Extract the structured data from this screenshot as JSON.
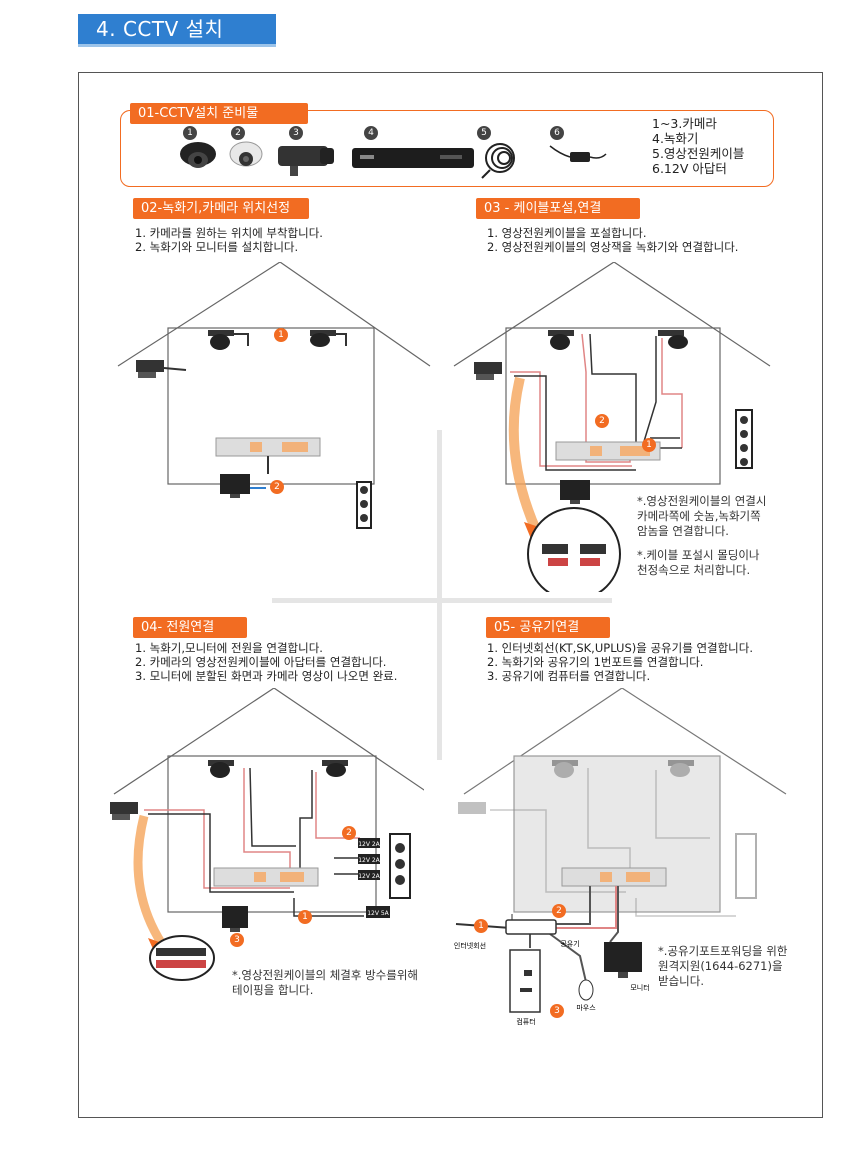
{
  "header": {
    "title": "4. CCTV 설치"
  },
  "prep": {
    "title": "01-CCTV설치 준비물",
    "item_numbers": [
      "1",
      "2",
      "3",
      "4",
      "5",
      "6"
    ],
    "legend": [
      "1~3.카메라",
      "4.녹화기",
      "5.영상전원케이블",
      "6.12V 아답터"
    ]
  },
  "section2": {
    "title": "02-녹화기,카메라 위치선정",
    "steps": [
      "1. 카메라를 원하는 위치에 부착합니다.",
      "2. 녹화기와 모니터를 설치합니다."
    ],
    "markers": [
      "1",
      "2"
    ]
  },
  "section3": {
    "title": "03 - 케이블포설,연결",
    "steps": [
      "1. 영상전원케이블을 포설합니다.",
      "2. 영상전원케이블의 영상잭을 녹화기와 연결합니다."
    ],
    "markers": [
      "1",
      "2"
    ],
    "notes": [
      "*.영상전원케이블의 연결시",
      "카메라쪽에 숫놈,녹화기쪽",
      "암놈을 연결합니다.",
      "*.케이블 포설시 몰딩이나",
      "천정속으로 처리합니다."
    ]
  },
  "section4": {
    "title": "04- 전원연결",
    "steps": [
      "1. 녹화기,모니터에 전원을 연결합니다.",
      "2. 카메라의 영상전원케이블에 아답터를 연결합니다.",
      "3. 모니터에 분할된 화면과 카메라 영상이 나오면 완료."
    ],
    "markers": [
      "1",
      "2",
      "3"
    ],
    "adapter_labels": [
      "12V 2A",
      "12V 2A",
      "12V 2A",
      "12V 5A"
    ],
    "notes": [
      "*.영상전원케이블의 체결후 방수를위해",
      "테이핑을 합니다."
    ]
  },
  "section5": {
    "title": "05- 공유기연결",
    "steps": [
      "1. 인터넷회선(KT,SK,UPLUS)을 공유기를 연결합니다.",
      "2. 녹화기와 공유기의 1번포트를 연결합니다.",
      "3. 공유기에 컴퓨터를 연결합니다."
    ],
    "markers": [
      "1",
      "2",
      "3"
    ],
    "device_labels": {
      "internet": "인터넷회선",
      "router": "공유기",
      "monitor": "모니터",
      "mouse": "마우스",
      "computer": "컴퓨터"
    },
    "notes": [
      "*.공유기포트포워딩을 위한",
      "원격지원(1644-6271)을",
      "받습니다."
    ]
  },
  "colors": {
    "accent": "#f26c22",
    "title_bar": "#2f7fd0"
  }
}
